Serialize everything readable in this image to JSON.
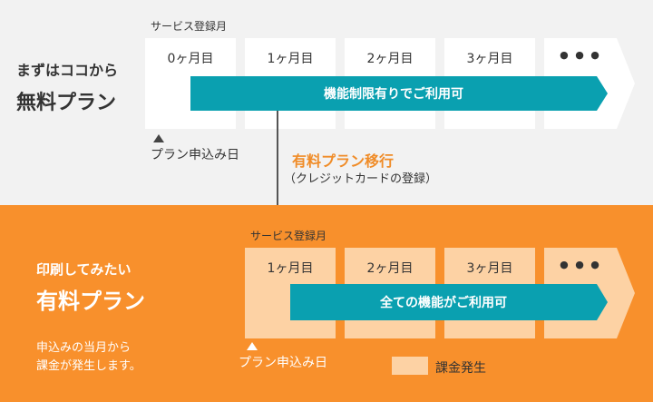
{
  "free_plan": {
    "title_small": "まずはココから",
    "title_large": "無料プラン",
    "service_month_label": "サービス登録月",
    "months": [
      "0ヶ月目",
      "1ヶ月目",
      "2ヶ月目",
      "3ヶ月目",
      "● ● ●"
    ],
    "bar_label": "機能制限有りでご利用可",
    "apply_day_label": "プラン申込み日"
  },
  "transition": {
    "title": "有料プラン移行",
    "subtitle": "（クレジットカードの登録）"
  },
  "paid_plan": {
    "title_small": "印刷してみたい",
    "title_large": "有料プラン",
    "note_line1": "申込みの当月から",
    "note_line2": "課金が発生します。",
    "service_month_label": "サービス登録月",
    "months": [
      "1ヶ月目",
      "2ヶ月目",
      "3ヶ月目",
      "● ● ●"
    ],
    "bar_label": "全ての機能がご利用可",
    "apply_day_label": "プラン申込み日",
    "legend_label": "課金発生"
  },
  "colors": {
    "free_bg": "#f2f2f2",
    "paid_bg": "#f8902c",
    "teal_bar": "#0aa0b0",
    "billing_highlight": "#fdd2a4",
    "transition_text": "#f08c28"
  }
}
